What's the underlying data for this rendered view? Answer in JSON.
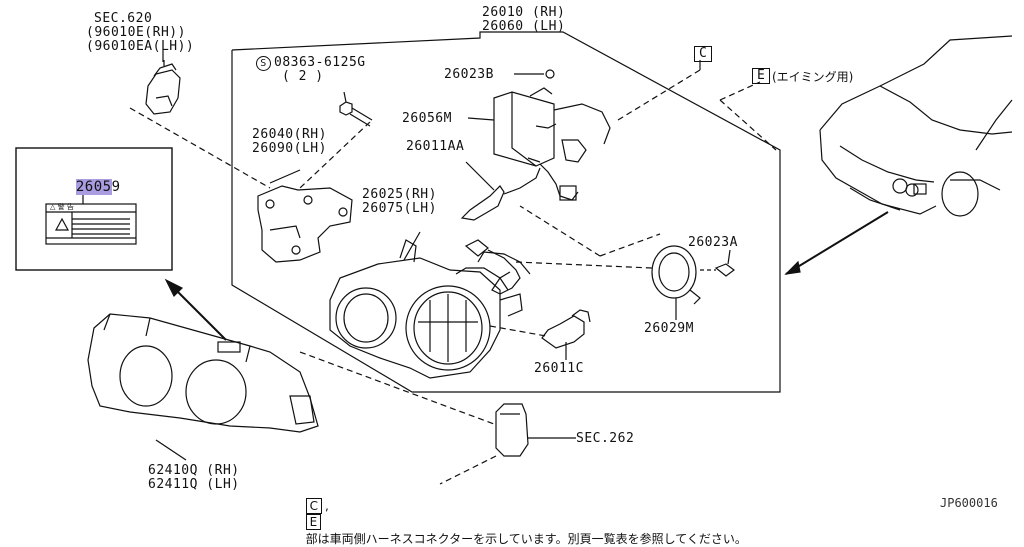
{
  "labels": {
    "sec620_title": "SEC.620",
    "sec620_rh": "(96010E(RH))",
    "sec620_lh": "(96010EA(LH))",
    "main_rh": "26010 (RH)",
    "main_lh": "26060 (LH)",
    "screw_part": "08363-6125G",
    "screw_qty": "( 2 )",
    "p26023b": "26023B",
    "p26056m": "26056M",
    "p26011aa": "26011AA",
    "p26040_rh": "26040(RH)",
    "p26090_lh": "26090(LH)",
    "p26025_rh": "26025(RH)",
    "p26075_lh": "26075(LH)",
    "p26023a": "26023A",
    "p26029m": "26029M",
    "p26011c": "26011C",
    "sec262": "SEC.262",
    "p62410q_rh": "62410Q (RH)",
    "p62411q_lh": "62411Q (LH)",
    "label_part_hl": "2605",
    "label_part_rest": "9",
    "warning_label_text": "△ 警 告",
    "box_c": "C",
    "box_e": "E",
    "aiming_note": "(エイミング用)",
    "screw_symbol": "S",
    "footnote_c": "C",
    "footnote_e": "E",
    "footnote_sep": ",",
    "footnote_text": "部は車両側ハーネスコネクターを示しています。別頁一覧表を参照してください。",
    "diagram_code": "JP600016"
  },
  "colors": {
    "highlight": "#a99ce0",
    "line": "#111111"
  }
}
